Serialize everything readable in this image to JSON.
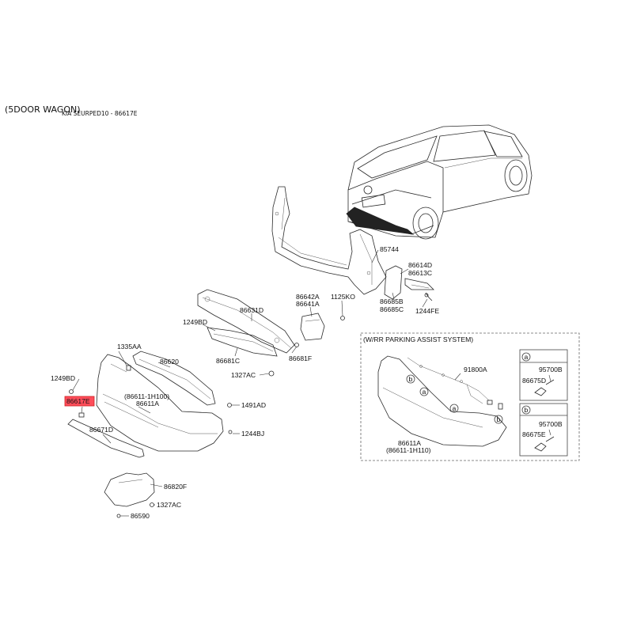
{
  "header": {
    "variant": "(5DOOR WAGON)",
    "reference": "KIA SEURPED10 - 86617E"
  },
  "highlight_color": "#ff4d5a",
  "inset": {
    "title": "(W/RR PARKING ASSIST SYSTEM)"
  },
  "callouts": {
    "c85744": "85744",
    "c86614D": "86614D",
    "c86613C": "86613C",
    "c86685B": "86685B",
    "c86685C": "86685C",
    "c1244FE": "1244FE",
    "c86642A": "86642A",
    "c86641A": "86641A",
    "c1125KO": "1125KO",
    "c86631D": "86631D",
    "c1249BD_a": "1249BD",
    "c86681C": "86681C",
    "c86681F": "86681F",
    "c1327AC_a": "1327AC",
    "c1335AA": "1335AA",
    "c86620": "86620",
    "c1249BD_b": "1249BD",
    "c86617E": "86617E",
    "c86611_1H100": "(86611-1H100)",
    "c86611A": "86611A",
    "c1491AD": "1491AD",
    "c86671D": "86671D",
    "c1244BJ": "1244BJ",
    "c86820F": "86820F",
    "c1327AC_b": "1327AC",
    "c86590": "86590",
    "c91800A": "91800A",
    "c86611A_inset": "86611A",
    "c86611_1H110": "(86611-1H110)",
    "c95700B_a": "95700B",
    "c86675D": "86675D",
    "c95700B_b": "95700B",
    "c86675E": "86675E",
    "marker_a": "a",
    "marker_b": "b"
  }
}
